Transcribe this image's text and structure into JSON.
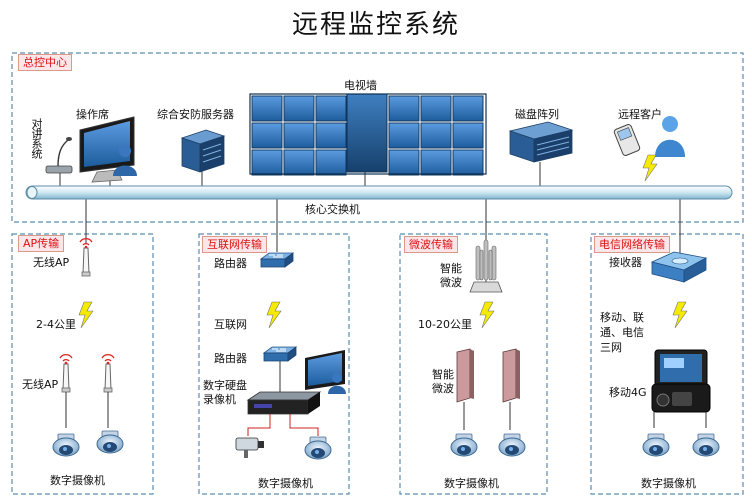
{
  "title": "远程监控系统",
  "colors": {
    "dash_border": "#5a8db5",
    "tag_text": "#dd1111",
    "tag_bg": "#fbe6ea",
    "screen_blue": "#2d6fb5",
    "bus": "#dff0f7",
    "lightning": "#f2e600"
  },
  "center": {
    "tag": "总控中心",
    "intercom": "对讲系统",
    "console": "操作席",
    "server": "综合安防服务器",
    "video_wall": "电视墙",
    "disk_array": "磁盘阵列",
    "remote_client": "远程客户",
    "core_switch": "核心交换机"
  },
  "ap": {
    "tag": "AP传输",
    "wireless_ap_top": "无线AP",
    "distance": "2-4公里",
    "wireless_ap_bottom": "无线AP",
    "cameras": "数字摄像机"
  },
  "internet": {
    "tag": "互联网传输",
    "router_top": "路由器",
    "internet": "互联网",
    "router_bottom": "路由器",
    "dvr": "数字硬盘录像机",
    "cameras": "数字摄像机"
  },
  "microwave": {
    "tag": "微波传输",
    "top": "智能微波",
    "distance": "10-20公里",
    "bottom": "智能微波",
    "cameras": "数字摄像机"
  },
  "telecom": {
    "tag": "电信网络传输",
    "receiver": "接收器",
    "networks": "移动、联通、电信三网",
    "mobile": "移动4G",
    "cameras": "数字摄像机"
  },
  "icons": [
    "intercom-mic-icon",
    "monitor-icon",
    "person-icon",
    "server-icon",
    "disk-array-icon",
    "phone-icon",
    "lightning-icon",
    "wireless-ap-icon",
    "dome-camera-icon",
    "router-icon",
    "dvr-icon",
    "microwave-antenna-icon",
    "panel-antenna-icon",
    "receiver-icon",
    "mobile-4g-case-icon",
    "box-camera-icon"
  ]
}
